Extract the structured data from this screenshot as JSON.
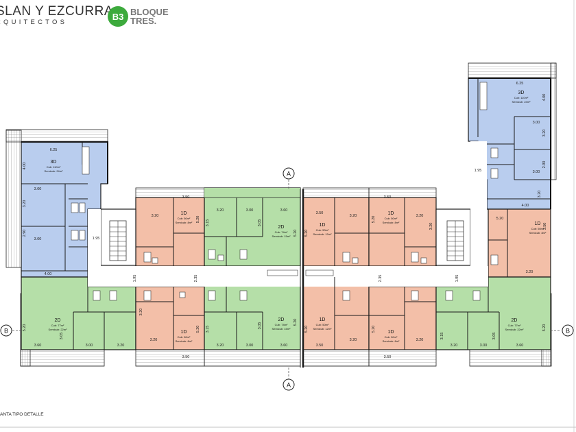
{
  "header": {
    "architect_name": "SLAN Y EZCURRA",
    "architect_sub": "RQUITECTOS",
    "logo_badge": "B3",
    "logo_line1": "BLOQUE",
    "logo_line2": "TRES."
  },
  "caption": "ANTA TIPO DETALLE",
  "markers": {
    "section_a": "A",
    "section_b": "B"
  },
  "colors": {
    "unit_3d": "#b9cdee",
    "unit_2d": "#b5dfa8",
    "unit_1d": "#f3bfa8",
    "wall": "#1a1a1a",
    "balcony_hatch": "#666666"
  },
  "units": [
    {
      "id": "3d-left",
      "type": "3D",
      "cub": "Cub: 110m²",
      "semi": "Semicub: 24m²",
      "dims": [
        "6.25",
        "4.00",
        "3.00",
        "3.20",
        "2.90",
        "3.00",
        "4.00"
      ]
    },
    {
      "id": "3d-right",
      "type": "3D",
      "cub": "Cub: 110m²",
      "semi": "Semicub: 24m²",
      "dims": [
        "6.25",
        "4.00",
        "3.00",
        "3.20",
        "2.90",
        "3.00",
        "3.20",
        "4.00"
      ]
    },
    {
      "id": "1d-top-l",
      "type": "1D",
      "cub": "Cub: 50m²",
      "semi": "Semicub: 8m²",
      "dims": [
        "3.50",
        "3.20",
        "5.20"
      ]
    },
    {
      "id": "2d-top-c",
      "type": "2D",
      "cub": "Cub: 74m²",
      "semi": "Semicub: 15m²",
      "dims": [
        "3.20",
        "3.00",
        "3.60",
        "3.15",
        "3.05",
        "5.20"
      ]
    },
    {
      "id": "1d-top-cr",
      "type": "1D",
      "cub": "Cub: 50m²",
      "semi": "Semicub: 12m²",
      "dims": [
        "3.50",
        "3.20",
        "5.20"
      ]
    },
    {
      "id": "1d-top-r",
      "type": "1D",
      "cub": "Cub: 50m²",
      "semi": "Semicub: 8m²",
      "dims": [
        "3.50",
        "3.20",
        "5.20",
        "3.20"
      ]
    },
    {
      "id": "1d-right",
      "type": "1D",
      "cub": "Cub: 50m²",
      "semi": "Semicub: 8m²",
      "dims": [
        "5.20",
        "3.50",
        "3.20"
      ]
    },
    {
      "id": "2d-bot-l",
      "type": "2D",
      "cub": "Cub: 77m²",
      "semi": "Semicub: 22m²",
      "dims": [
        "5.20",
        "3.05",
        "3.60",
        "3.00",
        "3.20"
      ]
    },
    {
      "id": "1d-bot-l",
      "type": "1D",
      "cub": "Cub: 50m²",
      "semi": "Semicub: 8m²",
      "dims": [
        "3.20",
        "3.20",
        "5.20",
        "3.50"
      ]
    },
    {
      "id": "2d-bot-c",
      "type": "2D",
      "cub": "Cub: 74m²",
      "semi": "Semicub: 15m²",
      "dims": [
        "3.15",
        "3.05",
        "3.20",
        "3.00",
        "3.60",
        "5.20"
      ]
    },
    {
      "id": "1d-bot-cr",
      "type": "1D",
      "cub": "Cub: 50m²",
      "semi": "Semicub: 12m²",
      "dims": [
        "5.20",
        "3.50",
        "3.20"
      ]
    },
    {
      "id": "1d-bot-r",
      "type": "1D",
      "cub": "Cub: 50m²",
      "semi": "Semicub: 8m²",
      "dims": [
        "5.20",
        "3.20",
        "3.50"
      ]
    },
    {
      "id": "2d-bot-r",
      "type": "2D",
      "cub": "Cub: 77m²",
      "semi": "Semicub: 22m²",
      "dims": [
        "3.15",
        "3.05",
        "3.00",
        "3.20",
        "3.60",
        "5.20"
      ]
    }
  ],
  "circulation": {
    "left_stair_width": "1.95",
    "left_corridor_width": "1.95",
    "center_left_corridor": "2.35",
    "center_right_corridor": "2.35",
    "right_corridor_width": "1.95",
    "right_stair_width": "1.95"
  }
}
